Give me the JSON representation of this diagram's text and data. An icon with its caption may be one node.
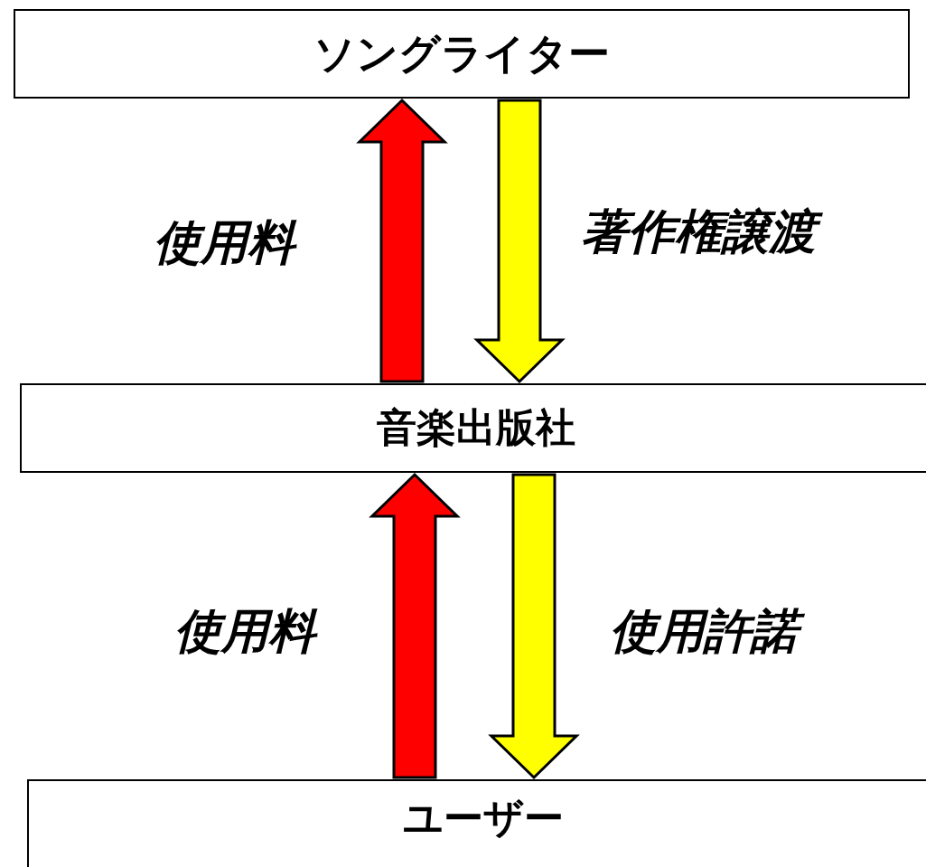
{
  "diagram": {
    "nodes": [
      {
        "text": [
          "ソングライター"
        ]
      },
      {
        "text": [
          "音楽出版社"
        ]
      },
      {
        "text": [
          "ユーザー"
        ]
      }
    ],
    "edges": [
      {
        "from": 1,
        "to": 0,
        "arrow": "to",
        "label": "使用料",
        "style": "thick",
        "color": "#ff0000"
      },
      {
        "from": 0,
        "to": 1,
        "arrow": "to",
        "label": "著作権譲渡",
        "style": "thick",
        "color": "#ffff00"
      },
      {
        "from": 2,
        "to": 1,
        "arrow": "to",
        "label": "使用料",
        "style": "thick",
        "color": "#ff0000"
      },
      {
        "from": 1,
        "to": 2,
        "arrow": "to",
        "label": "使用許諾",
        "style": "thick",
        "color": "#ffff00"
      }
    ]
  }
}
